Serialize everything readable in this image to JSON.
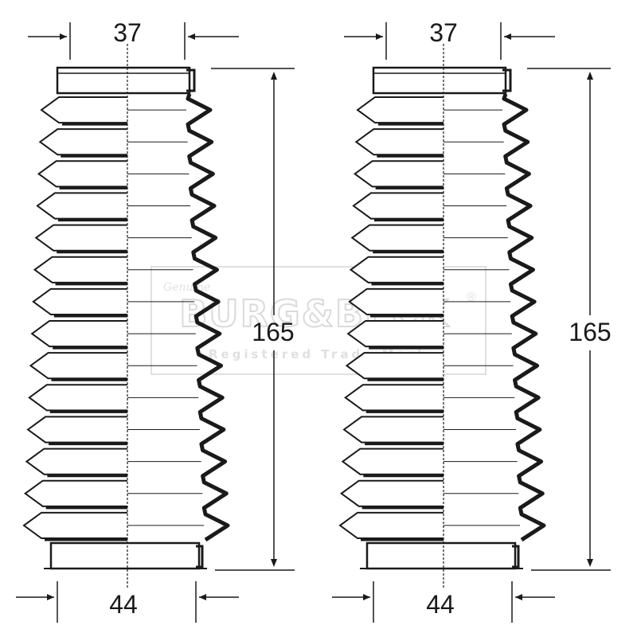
{
  "diagram": {
    "colors": {
      "ink": "#1a1a1a",
      "watermark": "#c8c8c8",
      "background": "#ffffff"
    },
    "boots": [
      {
        "id": "left",
        "top_diameter": "37",
        "bottom_diameter": "44",
        "length": "165"
      },
      {
        "id": "right",
        "top_diameter": "37",
        "bottom_diameter": "44",
        "length": "165"
      }
    ],
    "watermark": {
      "brand": "BURG&BECK",
      "registered_symbol": "®",
      "tagline": "Registered Trade Mark",
      "script": "Genuine"
    }
  }
}
